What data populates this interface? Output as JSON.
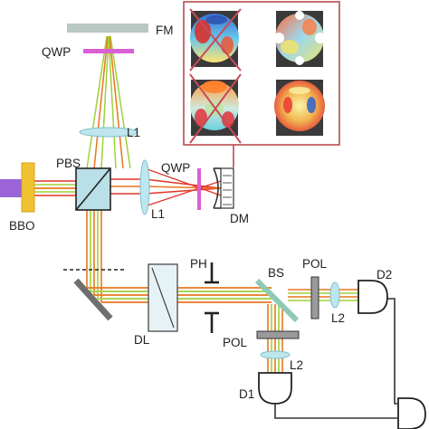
{
  "labels": {
    "fm": "FM",
    "qwp_top": "QWP",
    "l1_top": "L1",
    "pbs": "PBS",
    "qwp_right": "QWP",
    "l1_right": "L1",
    "bbo": "BBO",
    "dm": "DM",
    "ph": "PH",
    "bs": "BS",
    "pol_right": "POL",
    "d2": "D2",
    "l2_right": "L2",
    "dl": "DL",
    "pol_bottom": "POL",
    "l2_bottom": "L2",
    "d1": "D1"
  },
  "inset": {
    "crossed_out": [
      true,
      false,
      true,
      false
    ]
  },
  "colors": {
    "beam_orange": "#e8761e",
    "beam_green": "#9fd13a",
    "beam_red": "#e0352a",
    "pump_violet": "#9a63d8",
    "bbo_yellow": "#f0c232",
    "qwp_magenta": "#d760d4",
    "lens_fill": "#bfe6ee",
    "pbs_fill": "#b9dfe8",
    "mirror_gray": "#6f6f6f",
    "frame_red": "#b94a4f"
  }
}
